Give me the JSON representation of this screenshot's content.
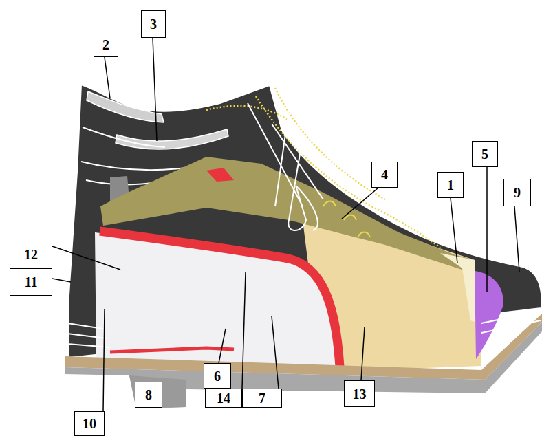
{
  "diagram": {
    "nodes": [
      {
        "text": [
          "3"
        ]
      },
      {
        "text": [
          "2"
        ]
      },
      {
        "text": [
          "5"
        ]
      },
      {
        "text": [
          "4"
        ]
      },
      {
        "text": [
          "1"
        ]
      },
      {
        "text": [
          "9"
        ]
      },
      {
        "text": [
          "12"
        ]
      },
      {
        "text": [
          "11"
        ]
      },
      {
        "text": [
          "6"
        ]
      },
      {
        "text": [
          "8"
        ]
      },
      {
        "text": [
          "14"
        ]
      },
      {
        "text": [
          "7"
        ]
      },
      {
        "text": [
          "13"
        ]
      },
      {
        "text": [
          "10"
        ]
      }
    ]
  }
}
